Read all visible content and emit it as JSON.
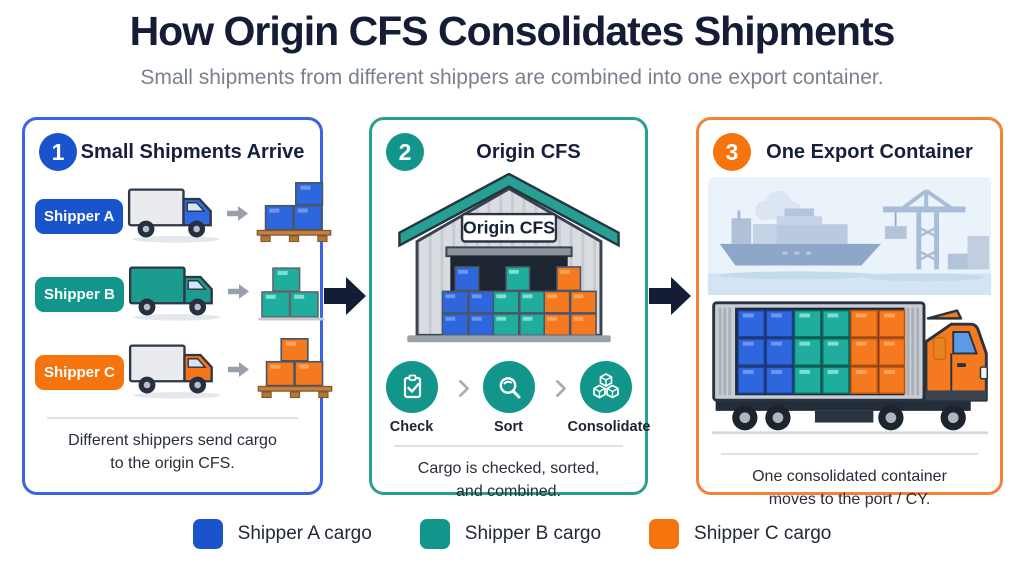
{
  "header": {
    "title": "How Origin CFS Consolidates Shipments",
    "subtitle": "Small shipments from different shippers are combined into one export container."
  },
  "arrive": {
    "number": "1",
    "title": "Small Shipments Arrive",
    "shippers": [
      {
        "label": "Shipper A",
        "style": "background:#1a54cd"
      },
      {
        "label": "Shipper B",
        "style": "background:#12968b"
      },
      {
        "label": "Shipper C",
        "style": "background:#f5740e"
      }
    ],
    "caption_line1": "Different shippers send cargo",
    "caption_line2": "to the origin CFS."
  },
  "cfs": {
    "number": "2",
    "title": "Origin CFS",
    "sign": "Origin CFS",
    "steps": [
      {
        "label": "Check",
        "icon": "clipboard-check-icon"
      },
      {
        "label": "Sort",
        "icon": "magnifier-icon"
      },
      {
        "label": "Consolidate",
        "icon": "cubes-icon"
      }
    ],
    "caption_line1": "Cargo is checked, sorted,",
    "caption_line2": "and combined."
  },
  "export": {
    "number": "3",
    "title": "One Export Container",
    "caption_line1": "One consolidated container",
    "caption_line2": "moves to the port / CY."
  },
  "legend": {
    "items": [
      {
        "label": "Shipper A cargo",
        "style": "background:#1a54cd",
        "color": "#1a54cd"
      },
      {
        "label": "Shipper B cargo",
        "style": "background:#12968b",
        "color": "#12968b"
      },
      {
        "label": "Shipper C cargo",
        "style": "background:#f5740e",
        "color": "#f5740e"
      }
    ]
  },
  "colors": {
    "navy": "#141c36",
    "blue": "#1a54cd",
    "teal": "#12968b",
    "orange": "#f5740e",
    "panel_border_blue": "#3c62e6",
    "panel_border_teal": "#2aa090",
    "panel_border_orange": "#f5813a"
  }
}
